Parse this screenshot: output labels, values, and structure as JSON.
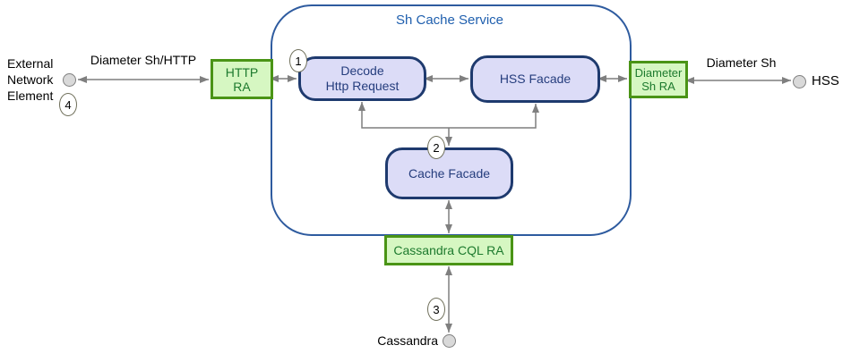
{
  "container": {
    "title": "Sh Cache Service"
  },
  "nodes": {
    "http_ra": {
      "line1": "HTTP",
      "line2": "RA"
    },
    "decode": {
      "line1": "Decode",
      "line2": "Http Request"
    },
    "hss_facade": {
      "label": "HSS Facade"
    },
    "cache_facade": {
      "label": "Cache Facade"
    },
    "diameter_sh_ra": {
      "line1": "Diameter",
      "line2": "Sh RA"
    },
    "cassandra_cql_ra": {
      "label": "Cassandra CQL RA"
    }
  },
  "endpoints": {
    "external_network_element": {
      "line1": "External",
      "line2": "Network",
      "line3": "Element"
    },
    "hss": {
      "label": "HSS"
    },
    "cassandra": {
      "label": "Cassandra"
    }
  },
  "links": {
    "diameter_sh_http": {
      "label": "Diameter Sh/HTTP"
    },
    "diameter_sh": {
      "label": "Diameter Sh"
    }
  },
  "badges": {
    "one": "1",
    "two": "2",
    "three": "3",
    "four": "4"
  },
  "colors": {
    "container_border": "#2e5b9f",
    "title_text": "#1f5fae",
    "module_fill": "#dcdcf7",
    "module_border": "#1e3a6e",
    "module_text": "#253d7d",
    "ra_fill": "#d6f7c2",
    "ra_border": "#4a9416",
    "ra_text": "#1d7a2e",
    "arrow": "#7f7f7f",
    "endpoint_fill": "#d9d9d9",
    "endpoint_border": "#808080",
    "badge_border": "#6f6f5a"
  }
}
